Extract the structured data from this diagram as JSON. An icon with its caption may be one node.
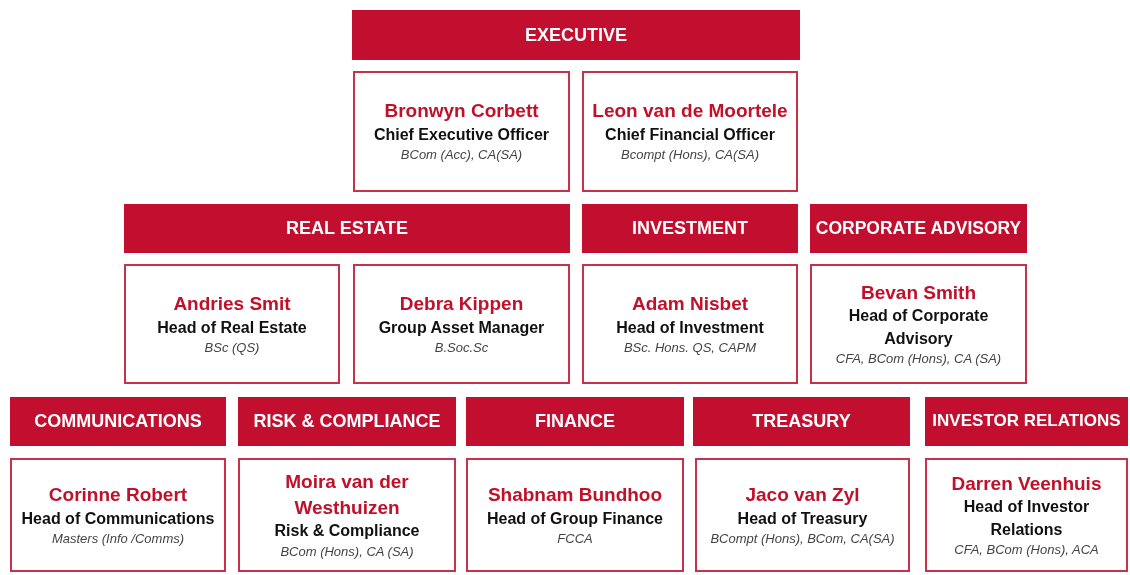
{
  "diagram": {
    "nodes": [
      {
        "text": [
          "EXECUTIVE"
        ]
      },
      {
        "text": [
          "Bronwyn Corbett",
          "Chief Executive Officer",
          "BCom (Acc), CA(SA)"
        ]
      },
      {
        "text": [
          "Leon van de Moortele",
          "Chief Financial  Officer",
          "Bcompt (Hons), CA(SA)"
        ]
      },
      {
        "text": [
          "REAL ESTATE"
        ]
      },
      {
        "text": [
          "INVESTMENT"
        ]
      },
      {
        "text": [
          "CORPORATE ADVISORY"
        ]
      },
      {
        "text": [
          "Andries Smit",
          "Head of Real Estate",
          "BSc (QS)"
        ]
      },
      {
        "text": [
          "Debra Kippen",
          "Group Asset Manager",
          "B.Soc.Sc"
        ]
      },
      {
        "text": [
          "Adam Nisbet",
          "Head of Investment",
          "BSc. Hons. QS, CAPM"
        ]
      },
      {
        "text": [
          "Bevan Smith",
          "Head of Corporate Advisory",
          "CFA, BCom (Hons), CA (SA)"
        ]
      },
      {
        "text": [
          "COMMUNICATIONS"
        ]
      },
      {
        "text": [
          "RISK & COMPLIANCE"
        ]
      },
      {
        "text": [
          "FINANCE"
        ]
      },
      {
        "text": [
          "TREASURY"
        ]
      },
      {
        "text": [
          "INVESTOR RELATIONS"
        ]
      },
      {
        "text": [
          "Corinne Robert",
          "Head of Communications",
          "Masters (Info /Comms)"
        ]
      },
      {
        "text": [
          "Moira van der Westhuizen",
          "Risk & Compliance",
          "BCom (Hons), CA (SA)"
        ]
      },
      {
        "text": [
          "Shabnam Bundhoo",
          "Head of Group Finance",
          "FCCA"
        ]
      },
      {
        "text": [
          "Jaco van Zyl",
          "Head of Treasury",
          "BCompt (Hons), BCom, CA(SA)"
        ]
      },
      {
        "text": [
          "Darren Veenhuis",
          "Head of Investor Relations",
          "CFA, BCom (Hons), ACA"
        ]
      }
    ]
  }
}
